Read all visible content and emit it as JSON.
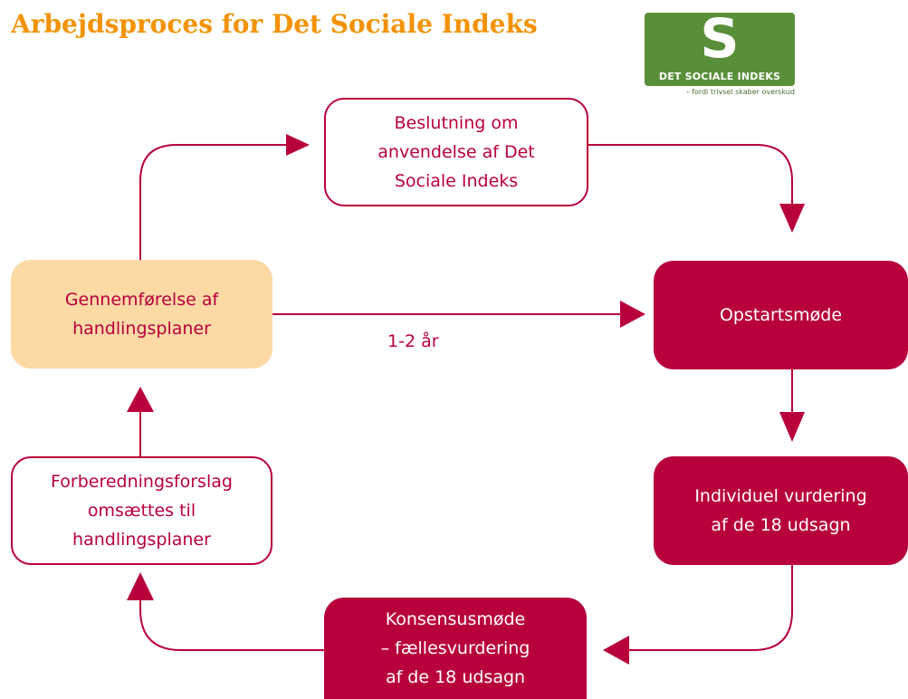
{
  "title": "Arbejdsproces for Det Sociale Indeks",
  "logo": {
    "letter": "S",
    "name": "DET SOCIALE INDEKS",
    "tagline": "– fordi trivsel skaber overskud"
  },
  "nodes": {
    "beslutning": [
      "Beslutning om",
      "anvendelse af Det",
      "Sociale Indeks"
    ],
    "opstart": [
      "Opstartsmøde"
    ],
    "individuel": [
      "Individuel vurdering",
      "af de 18 udsagn"
    ],
    "konsensus": [
      "Konsensusmøde",
      "– fællesvurdering",
      "af de 18 udsagn"
    ],
    "forberedning": [
      "Forberedningsforslag",
      "omsættes til",
      "handlingsplaner"
    ],
    "gennemfoerelse": [
      "Gennemførelse af",
      "handlingsplaner"
    ]
  },
  "edge_label": "1-2 år",
  "colors": {
    "title": "#f39200",
    "crimson": "#b8003c",
    "peach": "#fcd9a5",
    "logo_green": "#5a8f3a"
  }
}
